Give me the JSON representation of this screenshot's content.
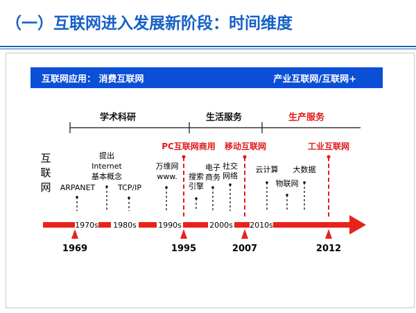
{
  "slide_title": "（一）互联网进入发展新阶段：时间维度",
  "banner": {
    "left": "互联网应用： 消费互联网",
    "right": "产业互联网/互联网+"
  },
  "left_label": [
    "互",
    "联",
    "网"
  ],
  "eras": [
    {
      "label": "学术科研",
      "color": "#111111"
    },
    {
      "label": "生活服务",
      "color": "#111111"
    },
    {
      "label": "生产服务",
      "color": "#e01919"
    }
  ],
  "milestones": [
    {
      "label": "PC互联网商用",
      "color": "#e01919"
    },
    {
      "label": "移动互联网",
      "color": "#e01919"
    },
    {
      "label": "工业互联网",
      "color": "#e01919"
    }
  ],
  "events": [
    {
      "lines": [
        "ARPANET"
      ]
    },
    {
      "lines": [
        "提出",
        "Internet",
        "基本概念"
      ]
    },
    {
      "lines": [
        "TCP/IP"
      ]
    },
    {
      "lines": [
        "万维网",
        "www."
      ]
    },
    {
      "lines": [
        "搜索",
        "引擎"
      ]
    },
    {
      "lines": [
        "电子",
        "商务"
      ]
    },
    {
      "lines": [
        "社交",
        "网络"
      ]
    },
    {
      "lines": [
        "云计算"
      ]
    },
    {
      "lines": [
        "物联网"
      ]
    },
    {
      "lines": [
        "大数据"
      ]
    }
  ],
  "decades": [
    "1970s",
    "1980s",
    "1990s",
    "2000s",
    "2010s"
  ],
  "years": [
    "1969",
    "1995",
    "2007",
    "2012"
  ],
  "colors": {
    "title": "#1560c6",
    "banner": "#0b4fd6",
    "accent": "#e01919",
    "arrow": "#e8231c"
  }
}
